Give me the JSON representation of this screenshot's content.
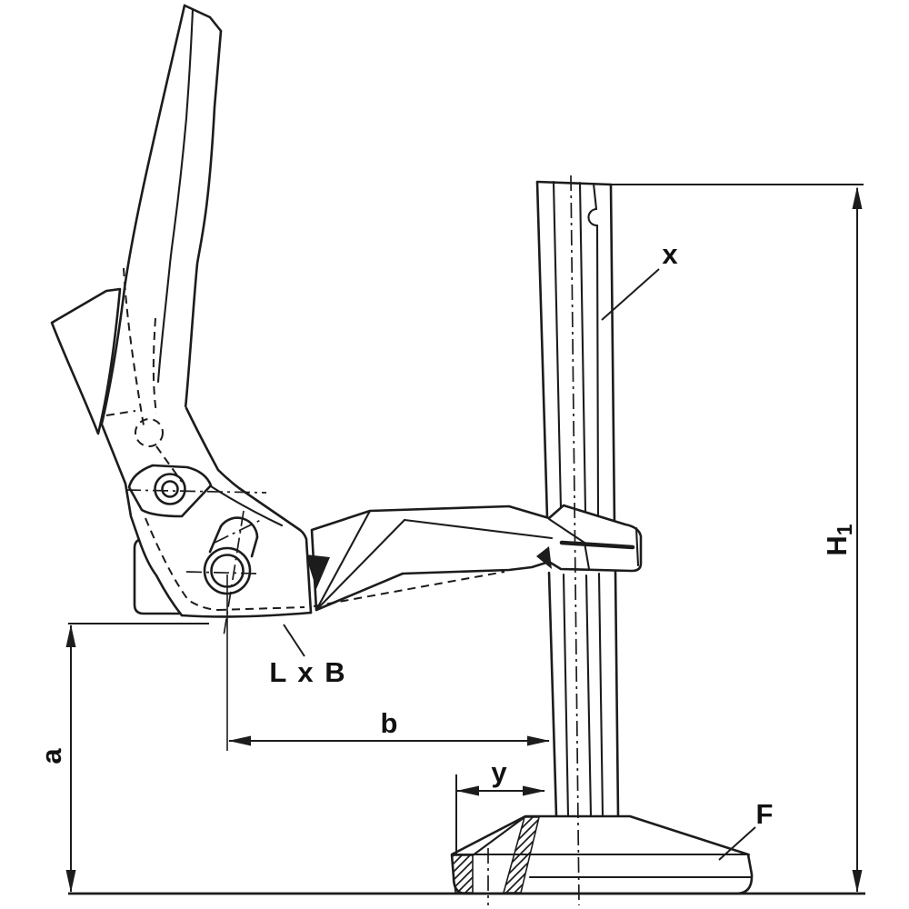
{
  "drawing": {
    "type": "technical-drawing",
    "subject": "hold-down lever clamp on profiled rail with base foot, side elevation with sectioned base",
    "colors": {
      "line": "#1c1c1c",
      "background": "#ffffff"
    },
    "labels": {
      "rail_profile": "x",
      "total_height_main": "H",
      "total_height_sub": "1",
      "pad_dimensions": "L x B",
      "reach": "b",
      "clamp_height": "a",
      "base_offset": "y",
      "base_flange": "F"
    }
  }
}
